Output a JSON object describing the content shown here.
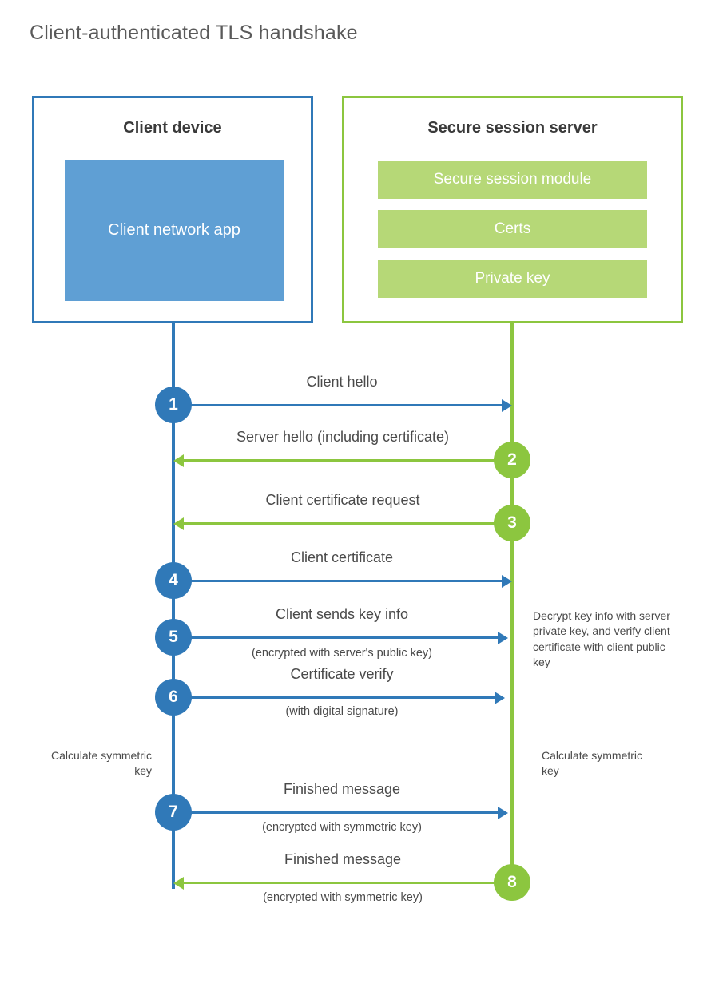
{
  "title": "Client-authenticated TLS handshake",
  "colors": {
    "client_blue": "#3079b8",
    "client_app_fill": "#5f9fd4",
    "server_green": "#8cc63f",
    "server_bar_fill": "#b6d877",
    "text": "#4a4a4a"
  },
  "client": {
    "title": "Client device",
    "app_label": "Client network app"
  },
  "server": {
    "title": "Secure session server",
    "bars": [
      {
        "label": "Secure session module"
      },
      {
        "label": "Certs"
      },
      {
        "label": "Private key"
      }
    ]
  },
  "steps": [
    {
      "number": "1",
      "label": "Client hello",
      "sub": "",
      "direction": "client-to-server",
      "color": "blue"
    },
    {
      "number": "2",
      "label": "Server hello (including certificate)",
      "sub": "",
      "direction": "server-to-client",
      "color": "green"
    },
    {
      "number": "3",
      "label": "Client certificate request",
      "sub": "",
      "direction": "server-to-client",
      "color": "green"
    },
    {
      "number": "4",
      "label": "Client certificate",
      "sub": "",
      "direction": "client-to-server",
      "color": "blue"
    },
    {
      "number": "5",
      "label": "Client sends key info",
      "sub": "(encrypted with server's public key)",
      "direction": "client-to-server",
      "color": "blue"
    },
    {
      "number": "6",
      "label": "Certificate verify",
      "sub": "(with digital signature)",
      "direction": "client-to-server",
      "color": "blue"
    },
    {
      "number": "7",
      "label": "Finished message",
      "sub": "(encrypted with symmetric key)",
      "direction": "client-to-server",
      "color": "blue"
    },
    {
      "number": "8",
      "label": "Finished message",
      "sub": "(encrypted with symmetric key)",
      "direction": "server-to-client",
      "color": "green"
    }
  ],
  "annotations": {
    "server_decrypt": "Decrypt key info with server private key, and verify client certificate with client public key",
    "client_calculate": "Calculate symmetric key",
    "server_calculate": "Calculate symmetric key"
  }
}
